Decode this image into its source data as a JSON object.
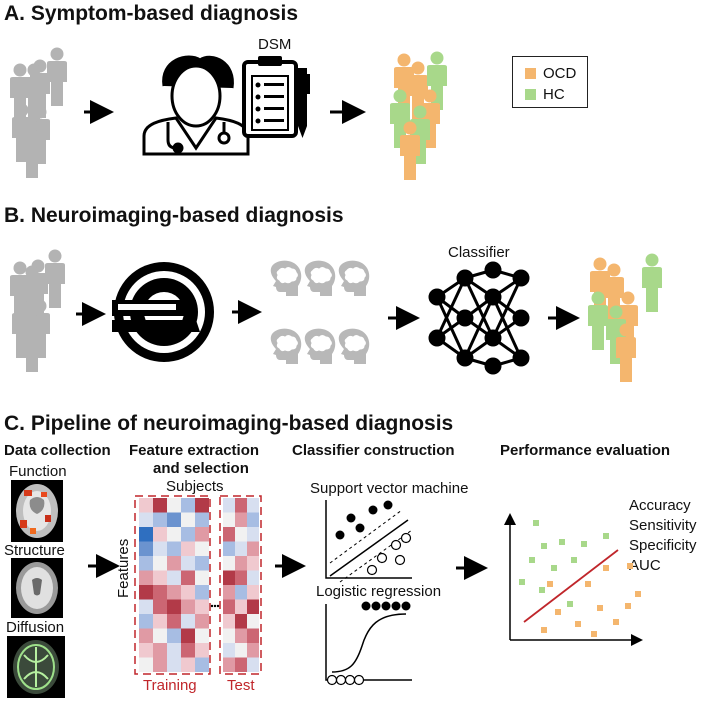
{
  "sections": {
    "a": {
      "title": "A. Symptom-based diagnosis",
      "dsm_label": "DSM"
    },
    "b": {
      "title": "B. Neuroimaging-based diagnosis",
      "classifier_label": "Classifier"
    },
    "c": {
      "title": "C. Pipeline of neuroimaging-based diagnosis"
    }
  },
  "legend": {
    "items": [
      {
        "label": "OCD",
        "color": "#f4b66e"
      },
      {
        "label": "HC",
        "color": "#a8d88a"
      }
    ]
  },
  "pipeline": {
    "data_collection": {
      "heading": "Data collection",
      "modalities": [
        "Function",
        "Structure",
        "Diffusion"
      ]
    },
    "feature": {
      "heading_line1": "Feature extraction",
      "heading_line2": "and selection",
      "subjects_label": "Subjects",
      "features_label": "Features",
      "training_label": "Training",
      "test_label": "Test"
    },
    "classifier": {
      "heading": "Classifier construction",
      "svm_label": "Support vector machine",
      "lr_label": "Logistic regression"
    },
    "evaluation": {
      "heading": "Performance evaluation",
      "metrics": [
        "Accuracy",
        "Sensitivity",
        "Specificity",
        "AUC"
      ]
    }
  },
  "colors": {
    "person_gray": "#b3b3b3",
    "ocd": "#f4b66e",
    "hc": "#a8d88a",
    "accent_red": "#c0262b"
  }
}
